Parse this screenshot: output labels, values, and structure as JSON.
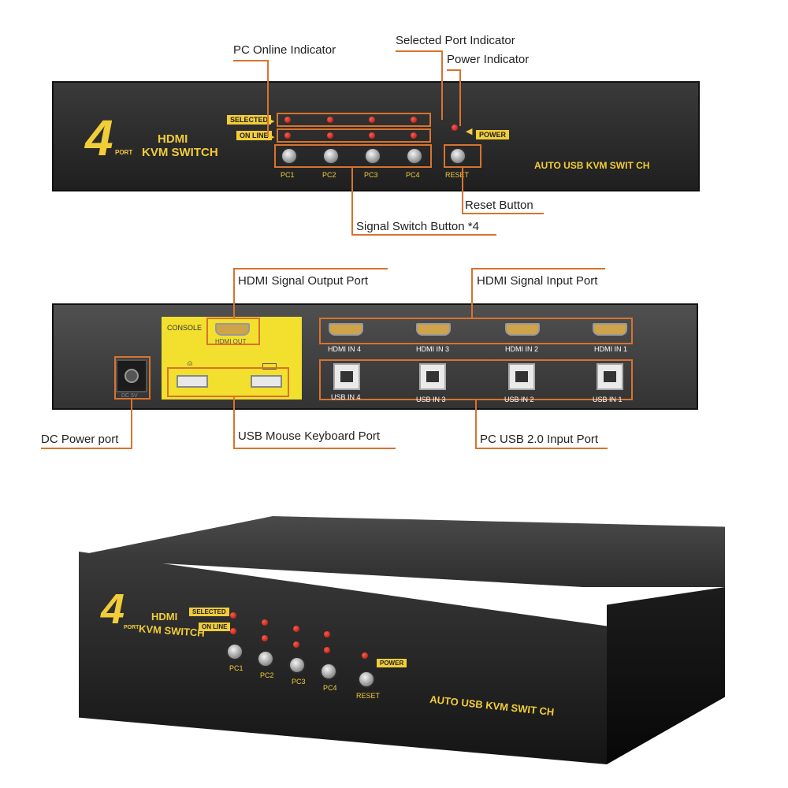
{
  "callouts": {
    "pc_online": "PC Online Indicator",
    "selected_port": "Selected Port Indicator",
    "power_indicator": "Power Indicator",
    "reset_button": "Reset Button",
    "signal_switch": "Signal Switch Button *4",
    "hdmi_output": "HDMI Signal Output Port",
    "hdmi_input": "HDMI Signal Input Port",
    "dc_power": "DC Power port",
    "usb_mouse_keyboard": "USB Mouse Keyboard Port",
    "pc_usb_input": "PC USB 2.0 Input Port"
  },
  "front_panel": {
    "big_number": "4",
    "port_word": "PORT",
    "hdmi": "HDMI",
    "kvm_switch": "KVM SWITCH",
    "selected_tag": "SELECTED",
    "online_tag": "ON LINE",
    "power_tag": "POWER",
    "buttons": [
      "PC1",
      "PC2",
      "PC3",
      "PC4"
    ],
    "reset": "RESET",
    "brand_text": "AUTO USB KVM SWIT CH"
  },
  "rear_panel": {
    "console": "CONSOLE",
    "hdmi_out": "HDMI OUT",
    "hdmi_in": [
      "HDMI IN 4",
      "HDMI IN 3",
      "HDMI IN 2",
      "HDMI IN 1"
    ],
    "usb_in": [
      "USB IN 4",
      "USB IN 3",
      "USB IN 2",
      "USB IN 1"
    ],
    "dc_label": "DC 5V"
  },
  "colors": {
    "accent": "#d8732e",
    "yellow": "#f2cd3a",
    "panel": "#2a2a2a"
  }
}
